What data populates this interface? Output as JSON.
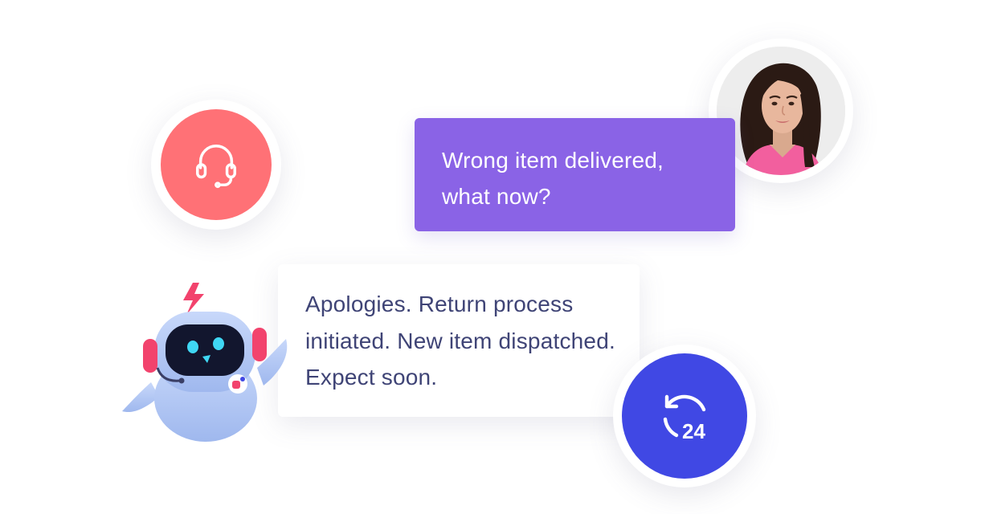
{
  "conversation": {
    "customer_message": "Wrong item delivered, what now?",
    "bot_reply": "Apologies. Return process initiated. New item dispatched. Expect soon."
  },
  "badges": {
    "support": {
      "icon": "headset-icon",
      "color": "#ff7176"
    },
    "customer": {
      "icon": "customer-avatar"
    },
    "availability": {
      "icon": "clock-24-icon",
      "label": "24",
      "color": "#4048e4"
    }
  },
  "colors": {
    "customer_bubble": "#8a63e6",
    "bot_text": "#3f4476",
    "bot_body": "#b6c9f4",
    "bot_headphones": "#f2436d",
    "bot_eyes": "#3fd7f4",
    "lightning": "#f2436d"
  }
}
